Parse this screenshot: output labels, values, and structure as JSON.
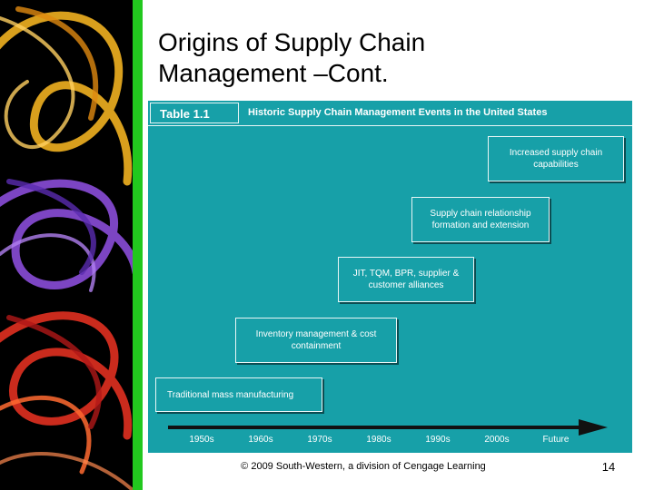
{
  "title": {
    "line1": "Origins of Supply Chain",
    "line2": "Management –Cont."
  },
  "table": {
    "label": "Table 1.1",
    "heading": "Historic Supply Chain Management Events in the United States"
  },
  "events": [
    {
      "text": "Traditional mass manufacturing"
    },
    {
      "text": "Inventory management & cost containment"
    },
    {
      "text": "JIT, TQM, BPR, supplier & customer alliances"
    },
    {
      "text": "Supply chain relationship formation and extension"
    },
    {
      "text": "Increased supply chain capabilities"
    }
  ],
  "timeline": {
    "labels": [
      "1950s",
      "1960s",
      "1970s",
      "1980s",
      "1990s",
      "2000s",
      "Future"
    ]
  },
  "footer": {
    "copyright": "© 2009 South-Western, a division of Cengage Learning",
    "page_number": "14"
  },
  "colors": {
    "panel": "#17a0a8",
    "accent_bar": "#22c81e",
    "background": "#ffffff"
  }
}
